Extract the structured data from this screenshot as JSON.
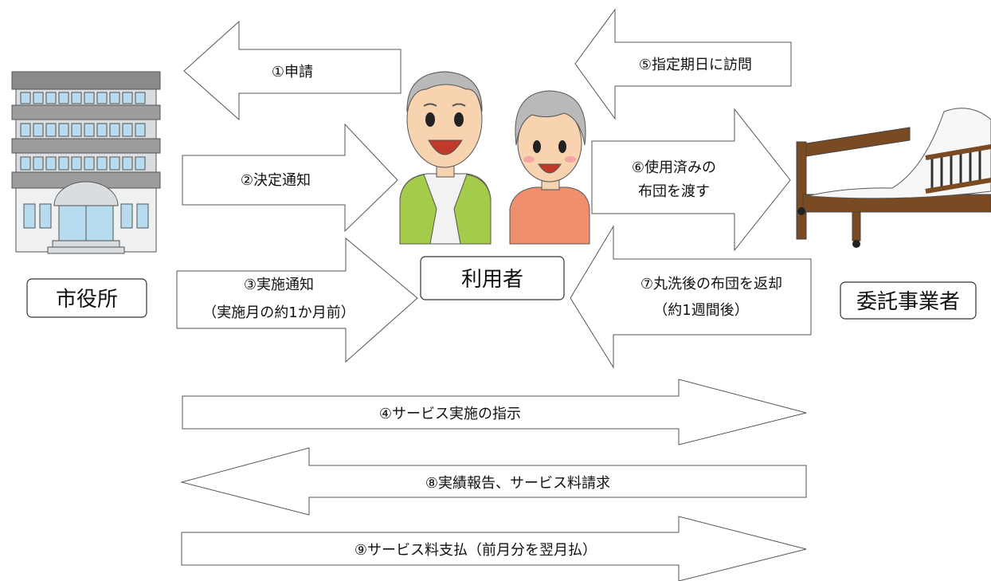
{
  "actors": {
    "city_hall": {
      "label": "市役所"
    },
    "user": {
      "label": "利用者"
    },
    "contractor": {
      "label": "委託事業者"
    }
  },
  "steps": [
    {
      "id": "1",
      "lines": [
        "①申請"
      ]
    },
    {
      "id": "2",
      "lines": [
        "②決定通知"
      ]
    },
    {
      "id": "3",
      "lines": [
        "③実施通知",
        "（実施月の約1か月前）"
      ]
    },
    {
      "id": "4",
      "lines": [
        "④サービス実施の指示"
      ]
    },
    {
      "id": "5",
      "lines": [
        "⑤指定期日に訪問"
      ]
    },
    {
      "id": "6",
      "lines": [
        "⑥使用済みの",
        "布団を渡す"
      ]
    },
    {
      "id": "7",
      "lines": [
        "⑦丸洗後の布団を返却",
        "（約1週間後）"
      ]
    },
    {
      "id": "8",
      "lines": [
        "⑧実績報告、サービス料請求"
      ]
    },
    {
      "id": "9",
      "lines": [
        "⑨サービス料支払（前月分を翌月払）"
      ]
    }
  ],
  "colors": {
    "building_gray": "#8a8a8a",
    "building_light": "#d9dde0",
    "window_blue": "#b8dcef",
    "bed_brown": "#7a4a22",
    "vest_green": "#a4cc4a",
    "shirt_orange": "#f08f6e",
    "skin": "#f7d3b0",
    "hair_gray": "#b9b9b9"
  }
}
